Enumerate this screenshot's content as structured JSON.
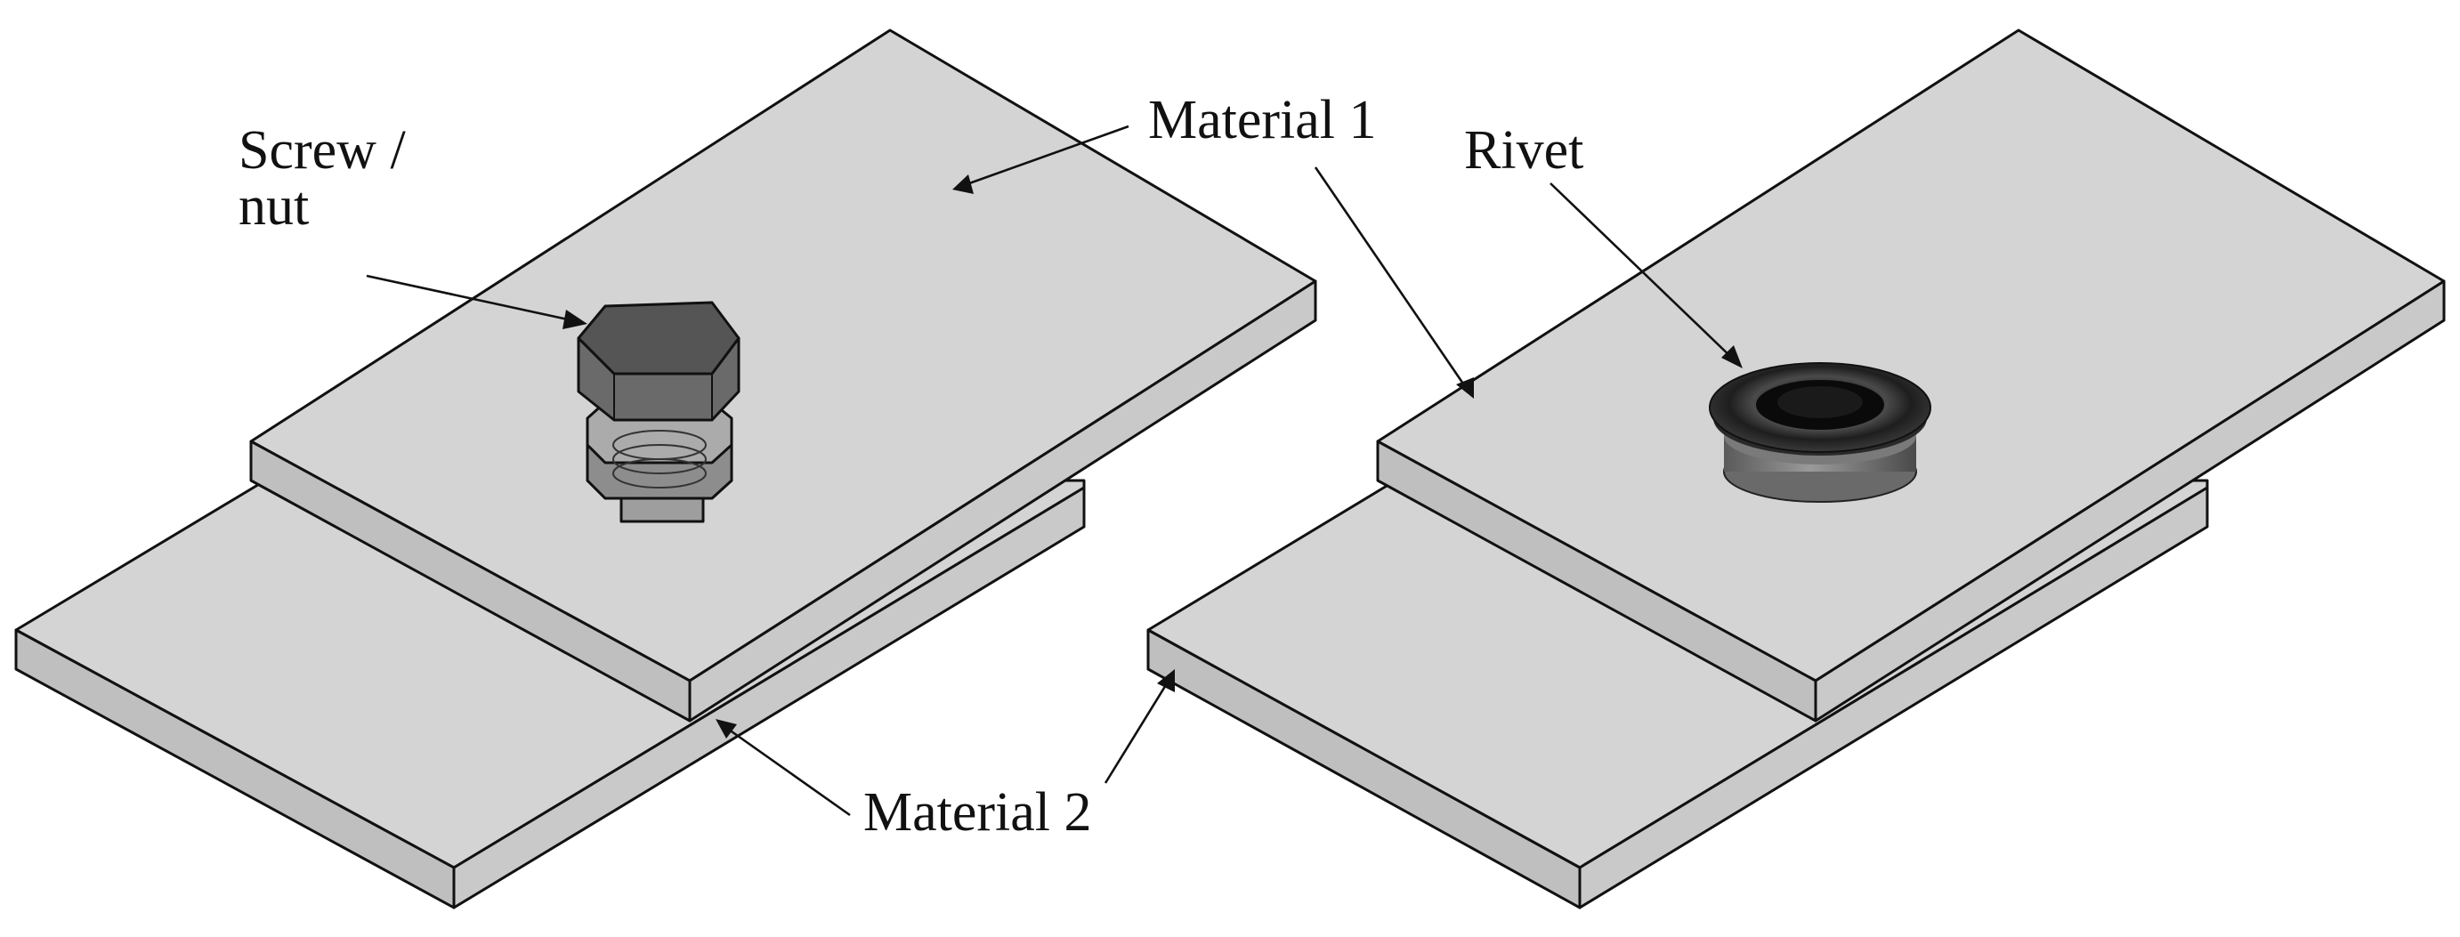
{
  "labels": {
    "screw_nut": "Screw /\nnut",
    "material_1": "Material 1",
    "material_2": "Material 2",
    "rivet": "Rivet"
  },
  "colors": {
    "plate_top": "#d4d4d4",
    "plate_side": "#bfbfbf",
    "screw_head": "#5a5a5a",
    "nut_transparent": "#a8a8a8",
    "rivet_dark": "#1c1c1c",
    "outline": "#111111"
  },
  "icons": {
    "left_fastener": "hex-screw-nut-icon",
    "right_fastener": "rivet-icon"
  }
}
